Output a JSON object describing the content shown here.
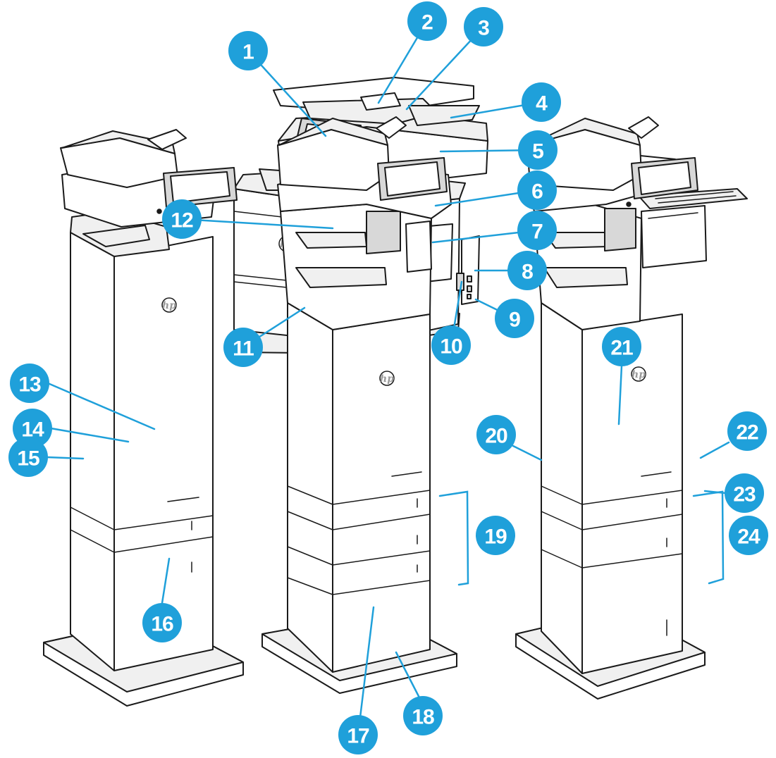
{
  "colors": {
    "callout": "#1fa0da",
    "outline": "#1a1a1a"
  },
  "logo": {
    "text": "hp"
  },
  "callouts": [
    {
      "id": "1",
      "label": "1"
    },
    {
      "id": "2",
      "label": "2"
    },
    {
      "id": "3",
      "label": "3"
    },
    {
      "id": "4",
      "label": "4"
    },
    {
      "id": "5",
      "label": "5"
    },
    {
      "id": "6",
      "label": "6"
    },
    {
      "id": "7",
      "label": "7"
    },
    {
      "id": "8",
      "label": "8"
    },
    {
      "id": "9",
      "label": "9"
    },
    {
      "id": "10",
      "label": "10"
    },
    {
      "id": "11",
      "label": "11"
    },
    {
      "id": "12",
      "label": "12"
    },
    {
      "id": "13",
      "label": "13"
    },
    {
      "id": "14",
      "label": "14"
    },
    {
      "id": "15",
      "label": "15"
    },
    {
      "id": "16",
      "label": "16"
    },
    {
      "id": "17",
      "label": "17"
    },
    {
      "id": "18",
      "label": "18"
    },
    {
      "id": "19",
      "label": "19"
    },
    {
      "id": "20",
      "label": "20"
    },
    {
      "id": "21",
      "label": "21"
    },
    {
      "id": "22",
      "label": "22"
    },
    {
      "id": "23",
      "label": "23"
    },
    {
      "id": "24",
      "label": "24"
    }
  ]
}
